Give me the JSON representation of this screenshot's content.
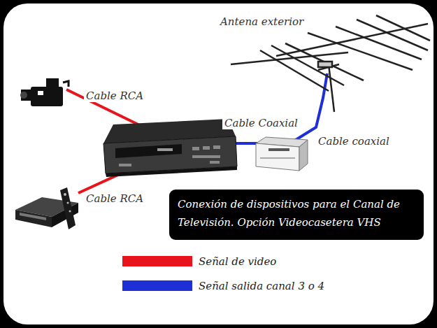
{
  "diagram": {
    "nodes": [
      {
        "text": [
          "Conexión de dispositivos para el Canal de Televisión. Opción Videocasetera VHS"
        ]
      }
    ],
    "labels": [
      "Antena exterior",
      "Cable RCA",
      "Cable RCA",
      "Cable Coaxial",
      "Cable coaxial"
    ],
    "legend": [
      {
        "text": "Señal de video",
        "color": "#e8141c"
      },
      {
        "text": "Señal salida canal 3 o 4",
        "color": "#1f2fd8"
      }
    ]
  }
}
